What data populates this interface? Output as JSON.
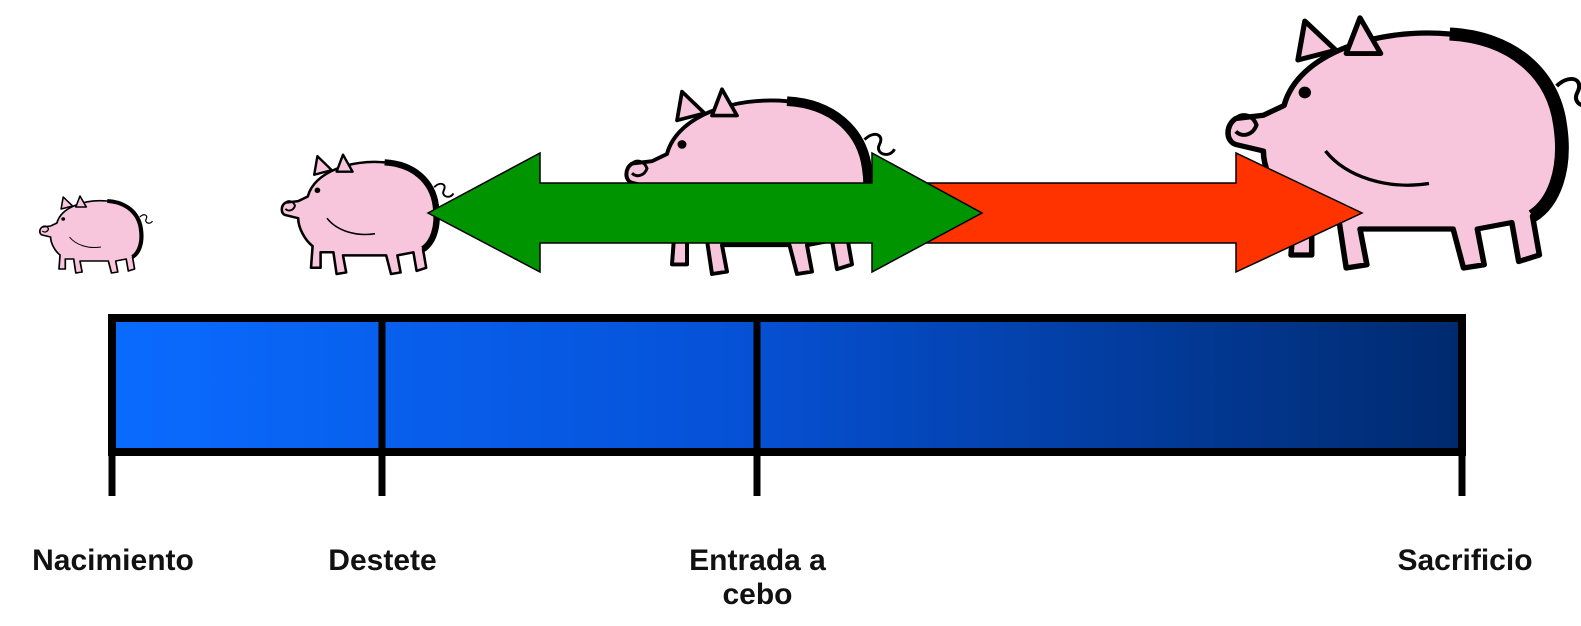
{
  "stages": [
    {
      "id": "nacimiento",
      "label": "Nacimiento"
    },
    {
      "id": "destete",
      "label": "Destete"
    },
    {
      "id": "entrada",
      "label": "Entrada a cebo"
    },
    {
      "id": "sacrificio",
      "label": "Sacrificio"
    }
  ],
  "colors": {
    "timeline_start": "#0a6bff",
    "timeline_end": "#002a6e",
    "green_arrow": "#009400",
    "red_arrow": "#ff3300",
    "pig_body": "#f8c6dc",
    "outline": "#000000"
  },
  "icons": [
    "piglet-icon",
    "weaner-pig-icon",
    "grower-pig-icon",
    "finisher-pig-icon"
  ]
}
